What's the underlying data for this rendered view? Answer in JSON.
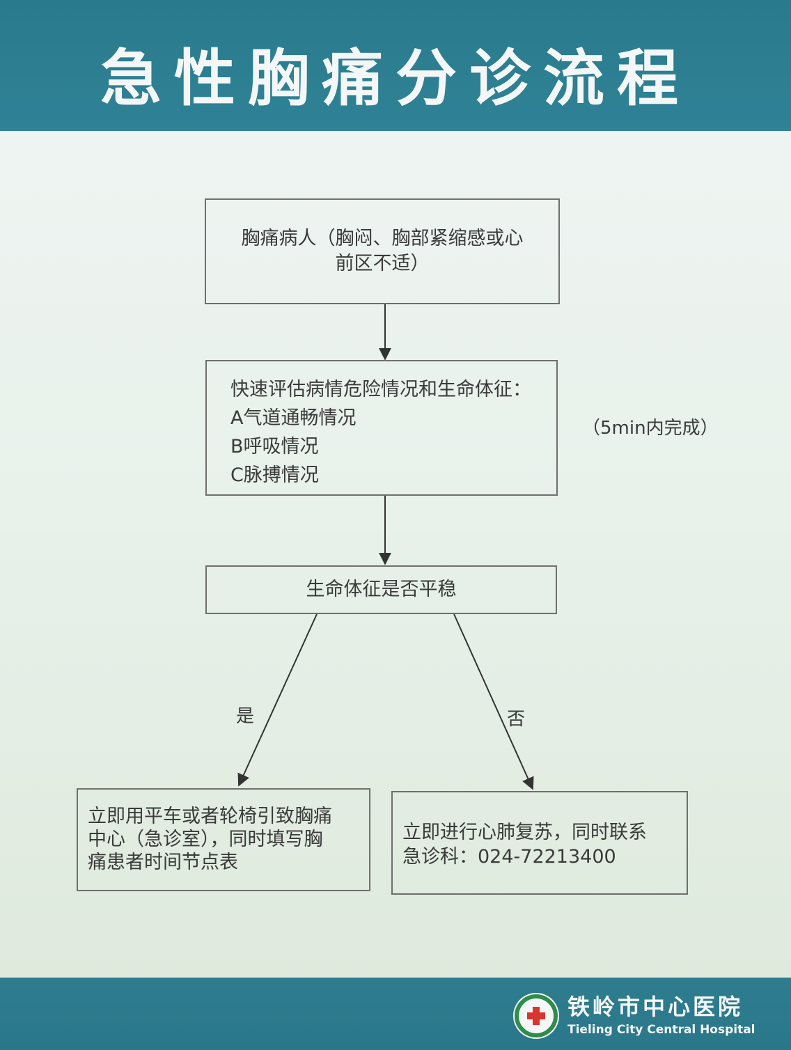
{
  "header": {
    "title": "急性胸痛分诊流程"
  },
  "flow": {
    "step1": {
      "lines": [
        "胸痛病人（胸闷、胸部紧缩感或心",
        "前区不适）"
      ]
    },
    "step2": {
      "lines": [
        "快速评估病情危险情况和生命体征：",
        "A气道通畅情况",
        "B呼吸情况",
        "C脉搏情况"
      ],
      "note": "（5min内完成）"
    },
    "decision": {
      "label": "生命体征是否平稳"
    },
    "yes_label": "是",
    "no_label": "否",
    "yes_box": {
      "lines": [
        "立即用平车或者轮椅引致胸痛",
        "中心（急诊室），同时填写胸",
        "痛患者时间节点表"
      ]
    },
    "no_box": {
      "lines": [
        "立即进行心肺复苏，同时联系",
        "急诊科：024-72213400"
      ]
    }
  },
  "footer": {
    "hospital_cn": "铁岭市中心医院",
    "hospital_en": "Tieling City Central Hospital",
    "logo_icon": "hospital-logo-icon"
  },
  "colors": {
    "header_bg": "#2a7a8d",
    "panel_bg": "#eef4f2",
    "logo_cross": "#d9362f",
    "logo_ring": "#2f8c4a"
  }
}
